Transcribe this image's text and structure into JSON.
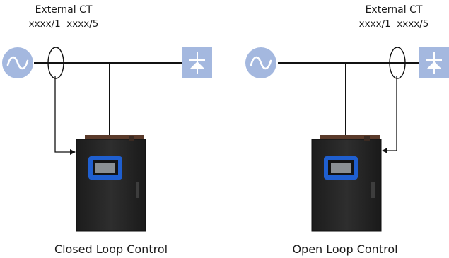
{
  "colors": {
    "icon_fill": "#a4b8df",
    "line": "#111111",
    "cabinet_body": "#2a2a2a",
    "cabinet_top": "#5a3a2a",
    "display_frame": "#1f5fd0",
    "display_screen": "#8a8f93"
  },
  "left_panel": {
    "ct_title": "External CT",
    "ct_ratio": "xxxx/1  xxxx/5",
    "caption": "Closed Loop Control",
    "source_icon": "ac-source-icon",
    "load_icon": "diode-icon"
  },
  "right_panel": {
    "ct_title": "External CT",
    "ct_ratio": "xxxx/1  xxxx/5",
    "caption": "Open Loop Control",
    "source_icon": "ac-source-icon",
    "load_icon": "diode-icon"
  }
}
